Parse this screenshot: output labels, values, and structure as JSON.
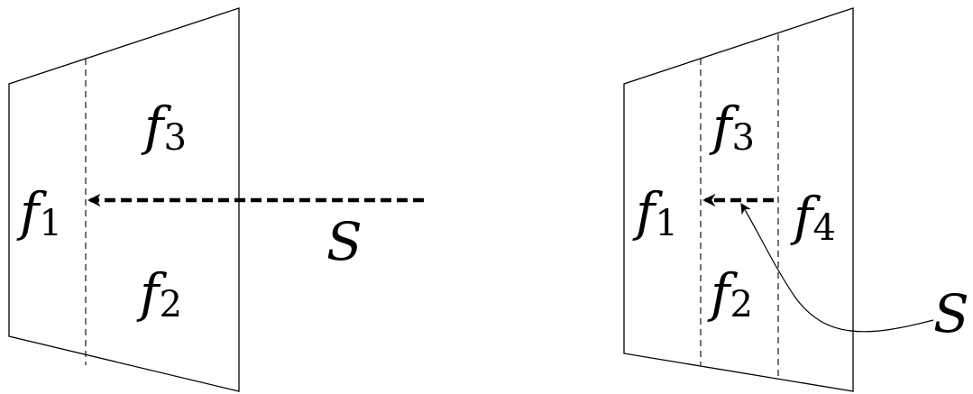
{
  "left_panel": {
    "labels": {
      "f1": {
        "base": "f",
        "sub": "1"
      },
      "f2": {
        "base": "f",
        "sub": "2"
      },
      "f3": {
        "base": "f",
        "sub": "3"
      },
      "s": "S"
    }
  },
  "right_panel": {
    "labels": {
      "f1": {
        "base": "f",
        "sub": "1"
      },
      "f2": {
        "base": "f",
        "sub": "2"
      },
      "f3": {
        "base": "f",
        "sub": "3"
      },
      "f4": {
        "base": "f",
        "sub": "4"
      },
      "s": "S"
    }
  }
}
